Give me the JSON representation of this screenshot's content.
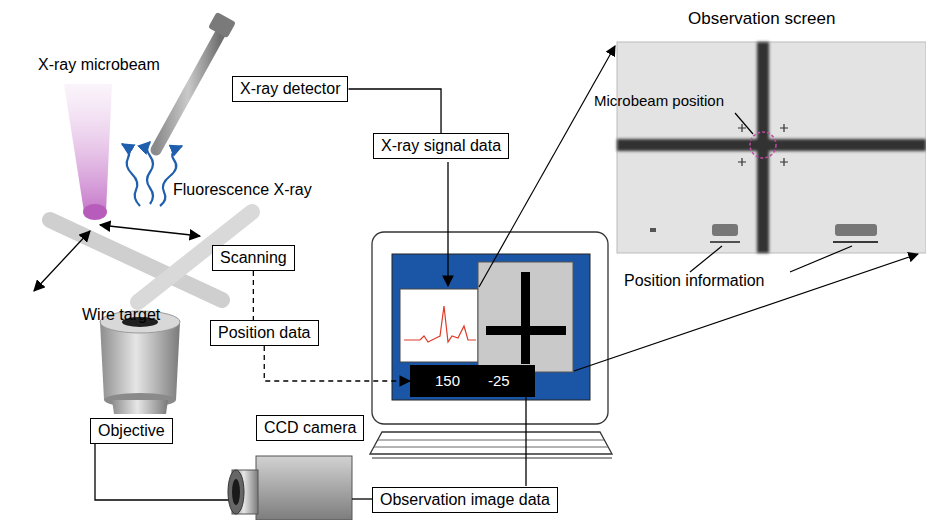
{
  "diagram": {
    "nodes": [
      {
        "text": [
          "X-ray detector"
        ]
      },
      {
        "text": [
          "X-ray signal data"
        ]
      },
      {
        "text": [
          "Scanning"
        ]
      },
      {
        "text": [
          "Position data"
        ]
      },
      {
        "text": [
          "150",
          "-25"
        ]
      },
      {
        "text": [
          "Objective"
        ]
      },
      {
        "text": [
          "CCD camera"
        ]
      },
      {
        "text": [
          "Observation image data"
        ]
      }
    ],
    "edges": [
      {
        "from": 0,
        "to": 1,
        "arrow": "none"
      },
      {
        "from": 2,
        "to": 3,
        "arrow": "none"
      },
      {
        "from": 3,
        "to": 4,
        "arrow": "to"
      }
    ],
    "labels": [
      "X-ray microbeam",
      "Fluorescence X-ray",
      "Wire target",
      "Observation screen",
      "Microbeam position",
      "Position information"
    ]
  }
}
